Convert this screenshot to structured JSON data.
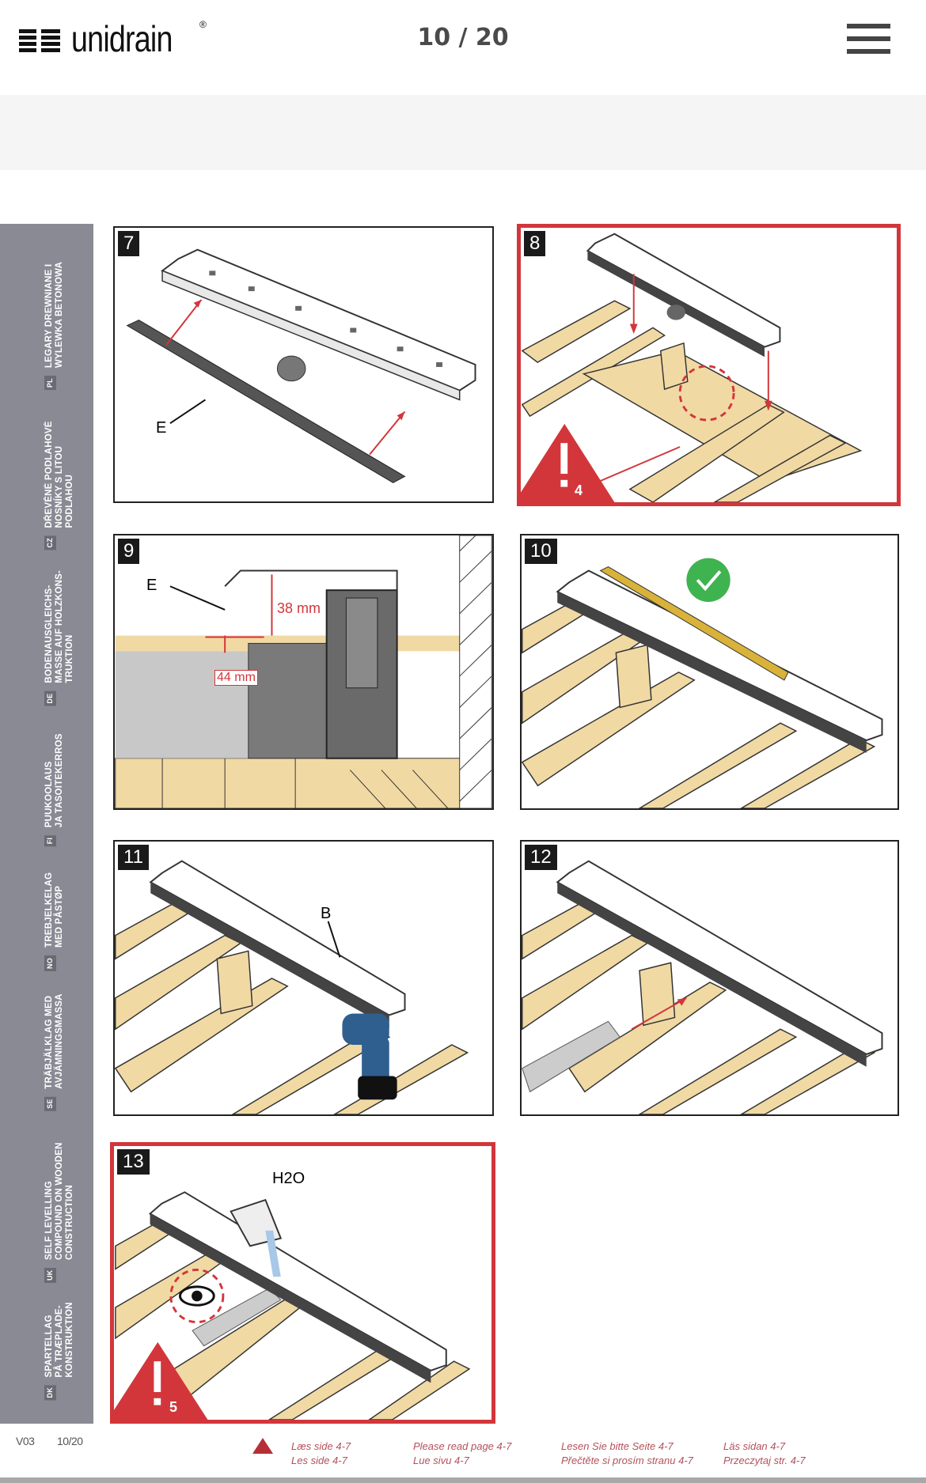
{
  "header": {
    "logo_text": "unidrain",
    "logo_reg": "®",
    "page_indicator": "10 / 20",
    "menu_icon": "hamburger-icon"
  },
  "sidebar": {
    "languages": [
      {
        "code": "PL",
        "lines": [
          "LEGARY DREWNIANE I",
          "WYLEWKA BETONOWA"
        ]
      },
      {
        "code": "CZ",
        "lines": [
          "DŘEVĚNÉ PODLAHOVÉ",
          "NOSNÍKY S LITOU",
          "PODLAHOU"
        ]
      },
      {
        "code": "DE",
        "lines": [
          "BODENAUSGLEICHS-",
          "MASSE AUF HOLZKONS-",
          "TRUKTION"
        ]
      },
      {
        "code": "FI",
        "lines": [
          "PUUKOOLAUS",
          "JA TASOITEKERROS"
        ]
      },
      {
        "code": "NO",
        "lines": [
          "TREBJELKELAG",
          "MED PÅSTØP"
        ]
      },
      {
        "code": "SE",
        "lines": [
          "TRÄBJÄLKLAG MED",
          "AVJÄMNINGSMASSA"
        ]
      },
      {
        "code": "UK",
        "lines": [
          "SELF LEVELLING",
          "COMPOUND ON WOODEN",
          "CONSTRUCTION"
        ]
      },
      {
        "code": "DK",
        "lines": [
          "SPARTELLAG",
          "PÅ TRÆPLADE-",
          "KONSTRUKTION"
        ]
      }
    ]
  },
  "steps": [
    {
      "number": "7",
      "labels": {
        "part": "E"
      }
    },
    {
      "number": "8",
      "warning_ref": "4"
    },
    {
      "number": "9",
      "labels": {
        "part": "E",
        "height": "38 mm",
        "width": "44 mm"
      }
    },
    {
      "number": "10"
    },
    {
      "number": "11",
      "labels": {
        "part": "B"
      }
    },
    {
      "number": "12"
    },
    {
      "number": "13",
      "labels": {
        "water": "H2O"
      },
      "warning_ref": "5"
    }
  ],
  "footer": {
    "version": "V03",
    "page": "10/20",
    "notes": [
      [
        "Læs side 4-7",
        "Les side 4-7"
      ],
      [
        "Please read page 4-7",
        "Lue sivu 4-7"
      ],
      [
        "Lesen Sie bitte Seite 4-7",
        "Přečtěte si prosím stranu 4-7"
      ],
      [
        "Läs sidan 4-7",
        "Przeczytaj str. 4-7"
      ]
    ]
  },
  "colors": {
    "accent_red": "#d2363b",
    "sidebar": "#8a8a95",
    "wood": "#f1d9a4",
    "check_green": "#3fb34f"
  }
}
